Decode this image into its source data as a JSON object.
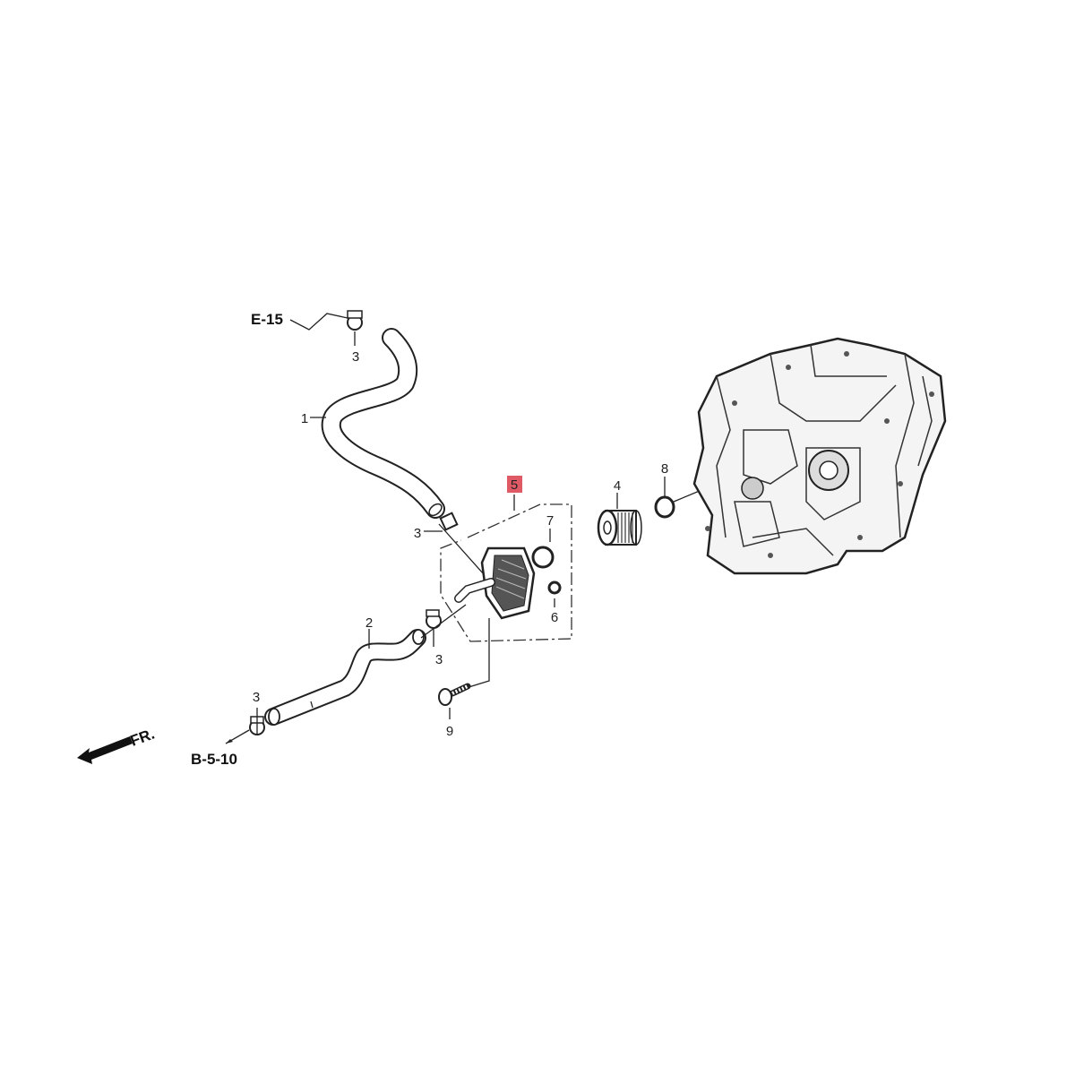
{
  "diagram": {
    "references": {
      "top": "E-15",
      "bottom": "B-5-10",
      "front_arrow": "FR."
    },
    "callouts": {
      "hose_upper": "1",
      "hose_lower": "2",
      "clamp_top": "3",
      "clamp_mid_upper": "3",
      "clamp_mid_lower": "3",
      "clamp_bottom": "3",
      "filter": "4",
      "cooler_assembly": "5",
      "seal_small": "6",
      "seal_large": "7",
      "o_ring": "8",
      "bolt": "9"
    },
    "highlight_color": "#e05a66"
  }
}
